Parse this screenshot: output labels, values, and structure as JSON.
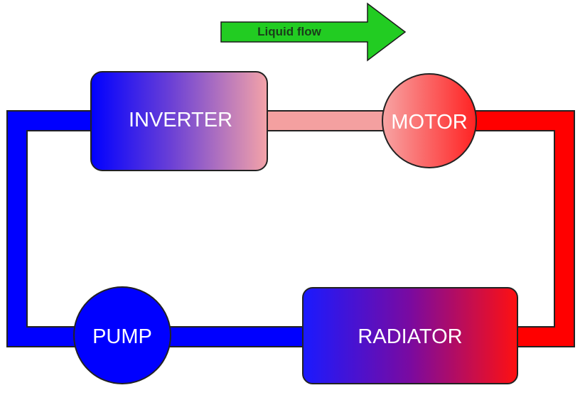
{
  "flow_label": "Liquid flow",
  "components": {
    "inverter": "INVERTER",
    "motor": "MOTOR",
    "pump": "PUMP",
    "radiator": "RADIATOR"
  },
  "colors": {
    "cold": "#0000ff",
    "hot": "#ff0000",
    "warm_pipe": "#f4a0a0",
    "arrow_fill": "#22cc22",
    "arrow_text": "#1a3d1a",
    "outline": "#222222"
  }
}
